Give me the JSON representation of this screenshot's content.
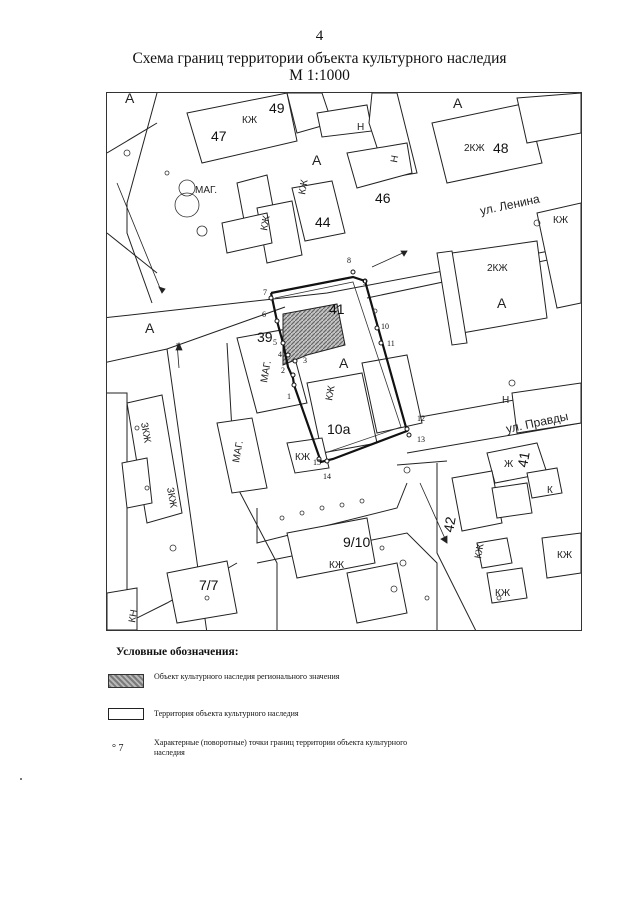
{
  "page": {
    "number": "4"
  },
  "title": {
    "line1": "Схема границ территории объекта культурного наследия",
    "line2": "М 1:1000"
  },
  "map": {
    "house_numbers": [
      "47",
      "49",
      "48",
      "46",
      "44",
      "41",
      "39",
      "10а",
      "9/10",
      "7/7",
      "42",
      "41"
    ],
    "building_labels": [
      "КЖ",
      "Н",
      "2КЖ",
      "МАГ.",
      "3КЖ",
      "КН",
      "Ж",
      "К"
    ],
    "area_marks": [
      "А",
      "А",
      "А",
      "А",
      "А",
      "А"
    ],
    "streets": [
      "ул. Ленина",
      "ул. Правды"
    ],
    "points": [
      "1",
      "2",
      "3",
      "4",
      "5",
      "6",
      "7",
      "8",
      "9",
      "10",
      "11",
      "12",
      "13",
      "14",
      "15"
    ]
  },
  "legend": {
    "title": "Условные обозначения:",
    "items": [
      {
        "text": "Объект культурного наследия регионального значения"
      },
      {
        "text": "Территория объекта культурного наследия"
      },
      {
        "symbol": "7",
        "text": "Характерные (поворотные) точки границ территории объекта культурного наследия"
      }
    ]
  }
}
